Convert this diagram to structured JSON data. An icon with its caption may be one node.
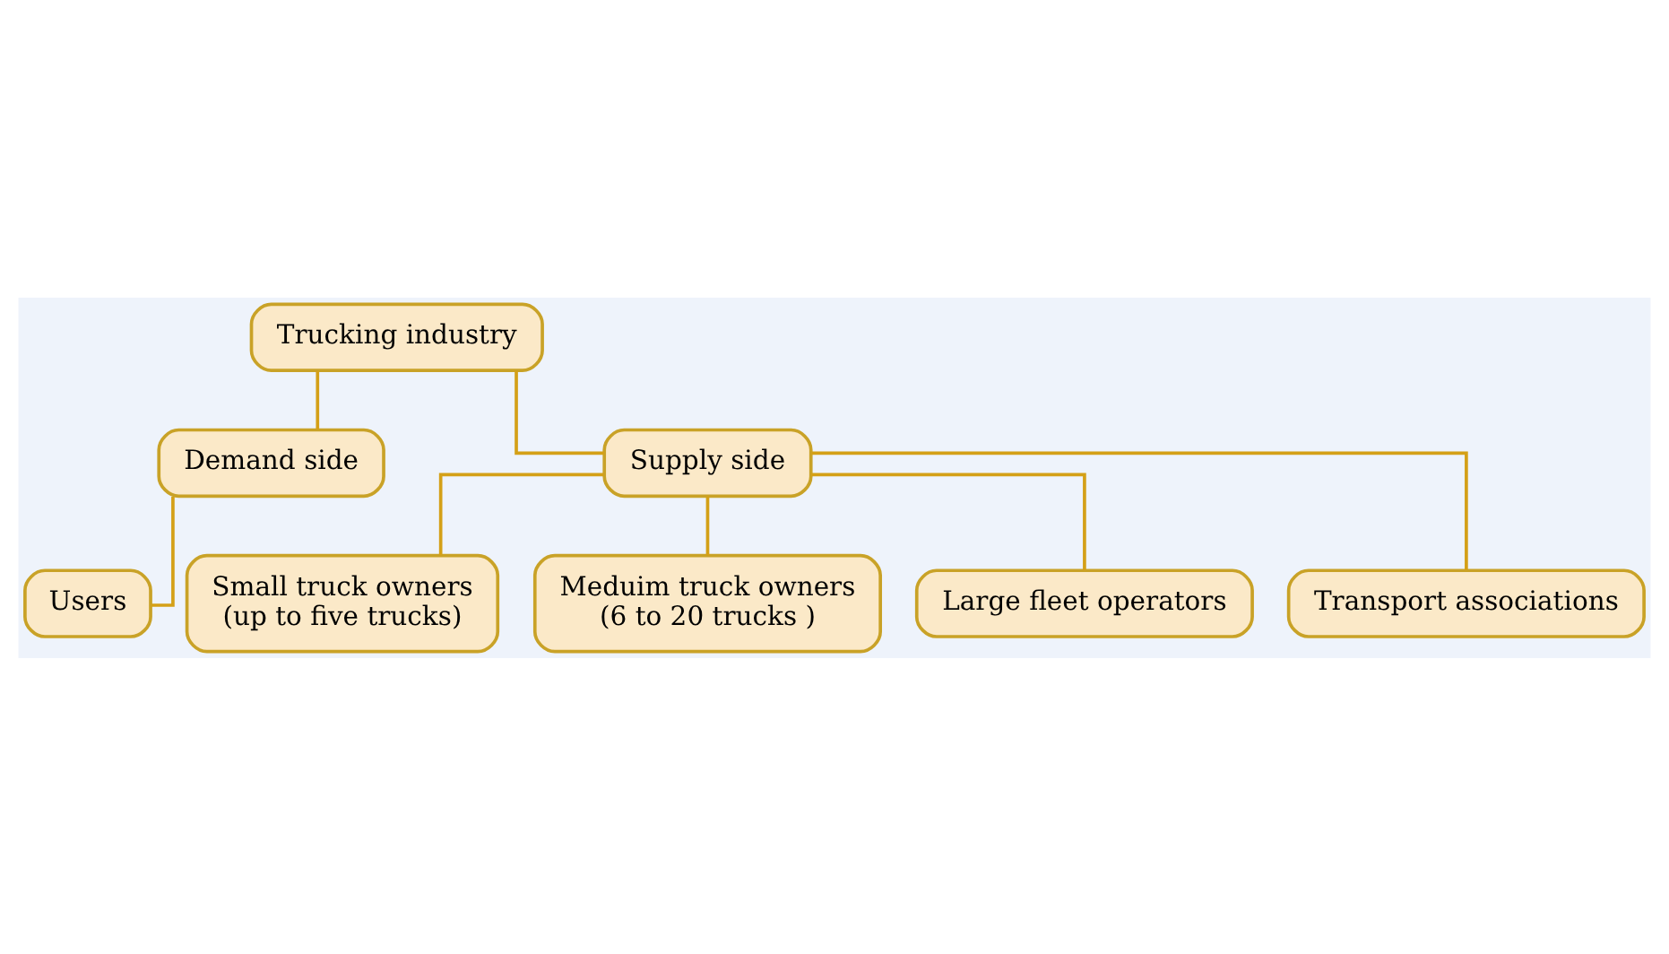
{
  "diagram": {
    "nodes": [
      {
        "text": [
          "Trucking industry"
        ]
      },
      {
        "text": [
          "Demand side"
        ]
      },
      {
        "text": [
          "Supply side"
        ]
      },
      {
        "text": [
          "Users"
        ]
      },
      {
        "text": [
          "Small truck owners",
          "(up to five trucks)"
        ]
      },
      {
        "text": [
          "Meduim truck owners",
          "(6 to 20 trucks )"
        ]
      },
      {
        "text": [
          "Large fleet operators"
        ]
      },
      {
        "text": [
          "Transport associations"
        ]
      }
    ],
    "edges": [
      {
        "from": 0,
        "to": 1,
        "arrow": "none"
      },
      {
        "from": 0,
        "to": 2,
        "arrow": "none"
      },
      {
        "from": 1,
        "to": 3,
        "arrow": "none"
      },
      {
        "from": 2,
        "to": 4,
        "arrow": "none"
      },
      {
        "from": 2,
        "to": 5,
        "arrow": "none"
      },
      {
        "from": 2,
        "to": 6,
        "arrow": "none"
      },
      {
        "from": 2,
        "to": 7,
        "arrow": "none"
      }
    ]
  }
}
